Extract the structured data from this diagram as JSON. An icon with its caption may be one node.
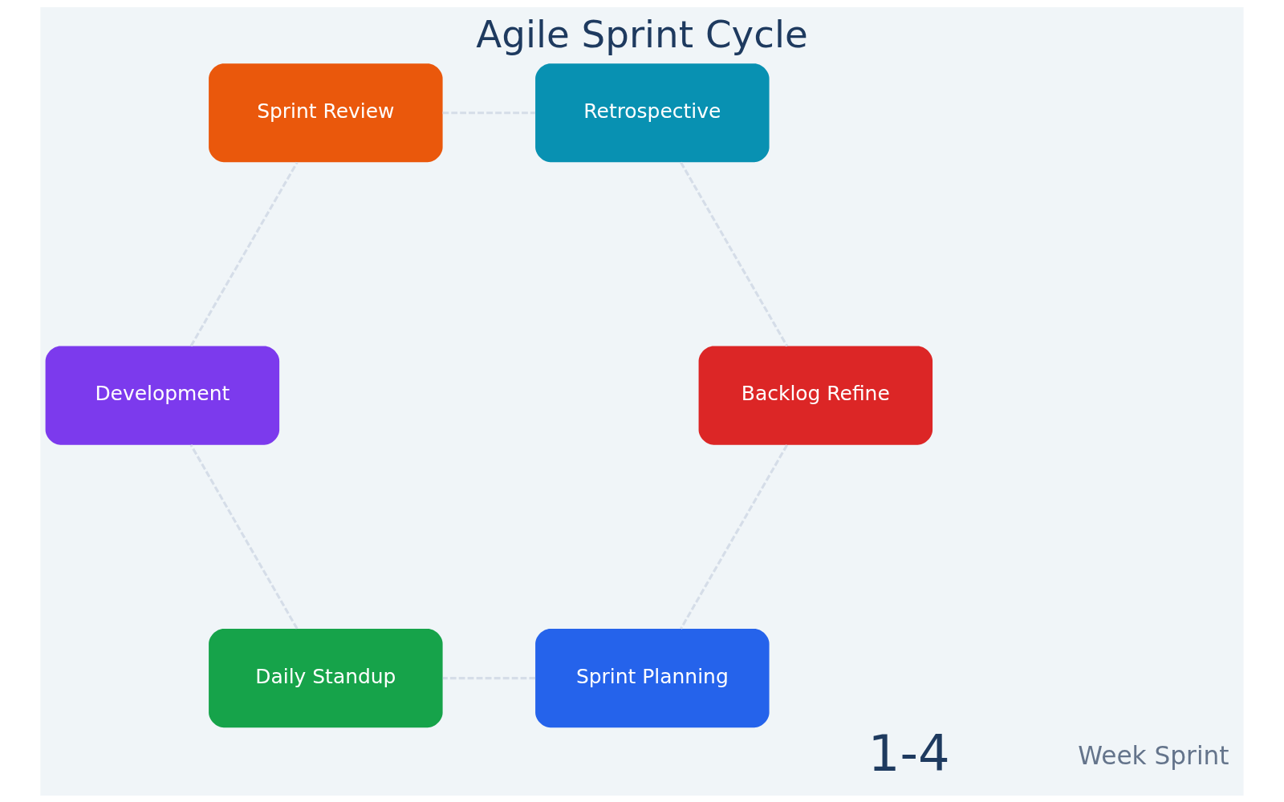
{
  "diagram": {
    "title": "Agile Sprint Cycle",
    "nodes": [
      {
        "text": [
          "Sprint Planning"
        ]
      },
      {
        "text": [
          "Daily Standup"
        ]
      },
      {
        "text": [
          "Development"
        ]
      },
      {
        "text": [
          "Sprint Review"
        ]
      },
      {
        "text": [
          "Retrospective"
        ]
      },
      {
        "text": [
          "Backlog Refine"
        ]
      }
    ],
    "edges": [
      {
        "from": 0,
        "to": 1,
        "arrow": "none",
        "style": "dashed"
      },
      {
        "from": 1,
        "to": 2,
        "arrow": "none",
        "style": "dashed"
      },
      {
        "from": 2,
        "to": 3,
        "arrow": "none",
        "style": "dashed"
      },
      {
        "from": 3,
        "to": 4,
        "arrow": "none",
        "style": "dashed"
      },
      {
        "from": 4,
        "to": 5,
        "arrow": "none",
        "style": "dashed"
      },
      {
        "from": 5,
        "to": 0,
        "arrow": "none",
        "style": "dashed"
      }
    ],
    "labels": [
      "1-4",
      "Week Sprint"
    ]
  }
}
